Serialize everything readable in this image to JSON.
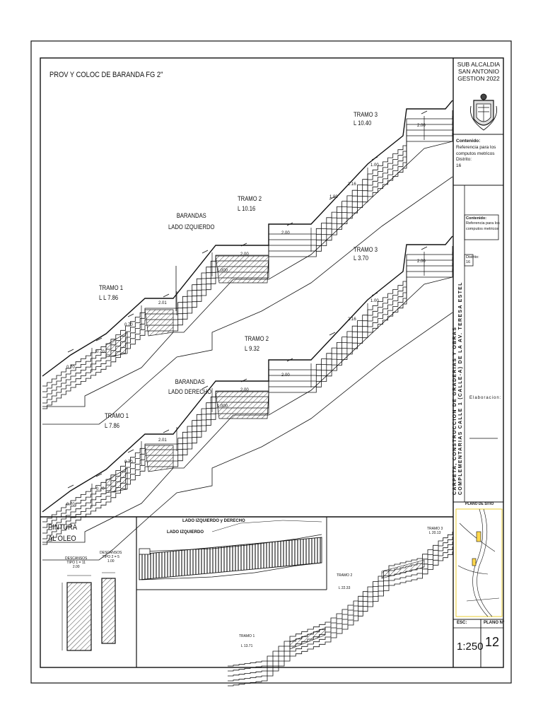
{
  "main": {
    "title": "PROV Y COLOC DE BARANDA FG 2\"",
    "izquierdo_label": [
      "BARANDAS",
      "LADO IZQUIERDO"
    ],
    "derecho_label": [
      "BARANDAS",
      "LADO DERECHO"
    ],
    "tramos_top": {
      "t1": [
        "TRAMO 1",
        "L  L 7.86"
      ],
      "t2": [
        "TRAMO 2",
        "L  10.16"
      ],
      "t3": [
        "TRAMO 3",
        "L  10.40"
      ]
    },
    "tramos_bottom": {
      "t1": [
        "TRAMO 1",
        "L  7.86"
      ],
      "t2": [
        "TRAMO 2",
        "L  9.32"
      ],
      "t3": [
        "TRAMO 3",
        "L  3.70"
      ]
    },
    "dims": {
      "d200": "2.00",
      "d201": "2.01",
      "d100": "1.00",
      "d070": "0.70",
      "d216": "2.16",
      "d1000": "1.000"
    }
  },
  "bottom": {
    "pintura": [
      "PINTURA",
      "AL OLEO"
    ],
    "descansos1": [
      "DESCANSOS",
      "TIPO 1 = 11"
    ],
    "descansos2": [
      "DESCANSOS",
      "TIPO 2 = 5"
    ],
    "desc_dim1": "2.00",
    "desc_dim2": "1.00",
    "elev_title": "LADO IZQUIERDO y DERECHO",
    "elev_sub": "LADO IZQUIERDO",
    "plan_tramo3": [
      "TRAMO 3",
      "L  20.13"
    ],
    "plan_tramo2": [
      "TRAMO 2",
      "L  22.33"
    ],
    "plan_tramo1": [
      "TRAMO 1",
      "L  13.71"
    ]
  },
  "titleblock": {
    "org": [
      "SUB ALCALDIA",
      "SAN ANTONIO",
      "GESTION 2022"
    ],
    "contenido": [
      "Contenido:",
      "Referencia para los",
      "computos metricos",
      "Distrito:",
      "16"
    ],
    "contenido2": [
      "Contenido:",
      "Referencia para los",
      "computos metricos"
    ],
    "distrito2": [
      "Distrito:",
      "16"
    ],
    "project": [
      "CARPETA, CONSTRUCCION DE GRADERIAS Y OBRAS",
      "COMPLEMENTARIAS CALLE 1 (CALLE-A) DE LA AV. TERESA ESTEL"
    ],
    "elaboracion": "Elaboracion:",
    "plano_sitio": "PLANO DE SITIO",
    "esc_label": "ESC:",
    "plano_label": "PLANO N°",
    "scale": "1:250",
    "plano_num": "12"
  },
  "colors": {
    "ink": "#111111",
    "paper": "#ffffff",
    "accent": "#ffd84d"
  }
}
